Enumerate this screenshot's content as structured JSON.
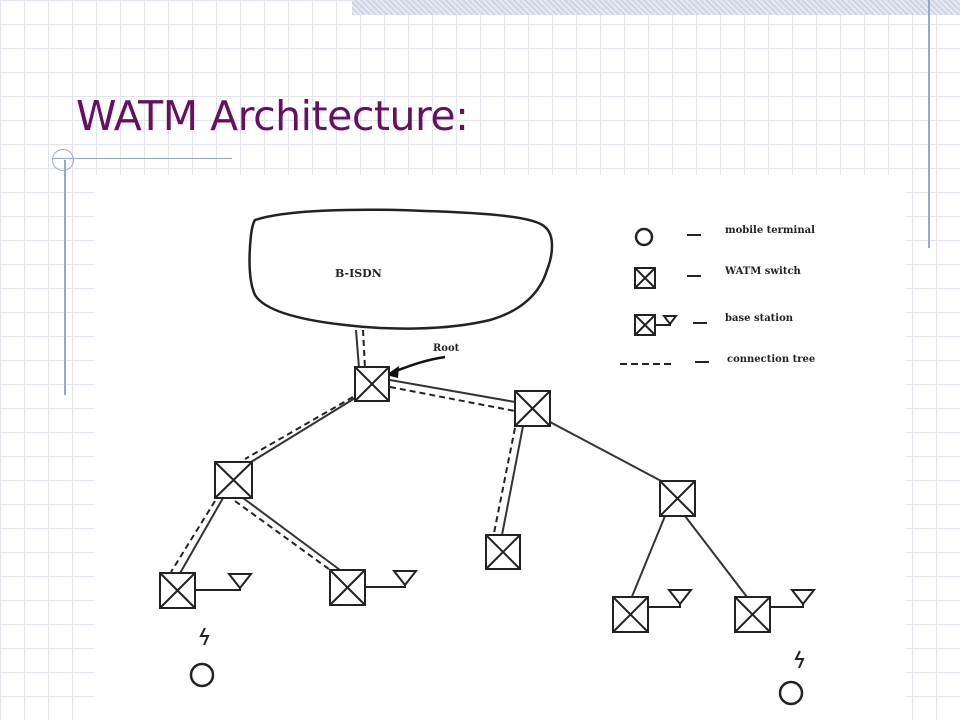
{
  "slide": {
    "title": "WATM Architecture:"
  },
  "diagram": {
    "network_label": "B-ISDN",
    "root_label": "Root",
    "legend": [
      {
        "symbol": "mobile-terminal",
        "label": "mobile terminal"
      },
      {
        "symbol": "watm-switch",
        "label": "WATM switch"
      },
      {
        "symbol": "base-station",
        "label": "base station"
      },
      {
        "symbol": "connection-tree",
        "label": "connection tree"
      }
    ]
  }
}
